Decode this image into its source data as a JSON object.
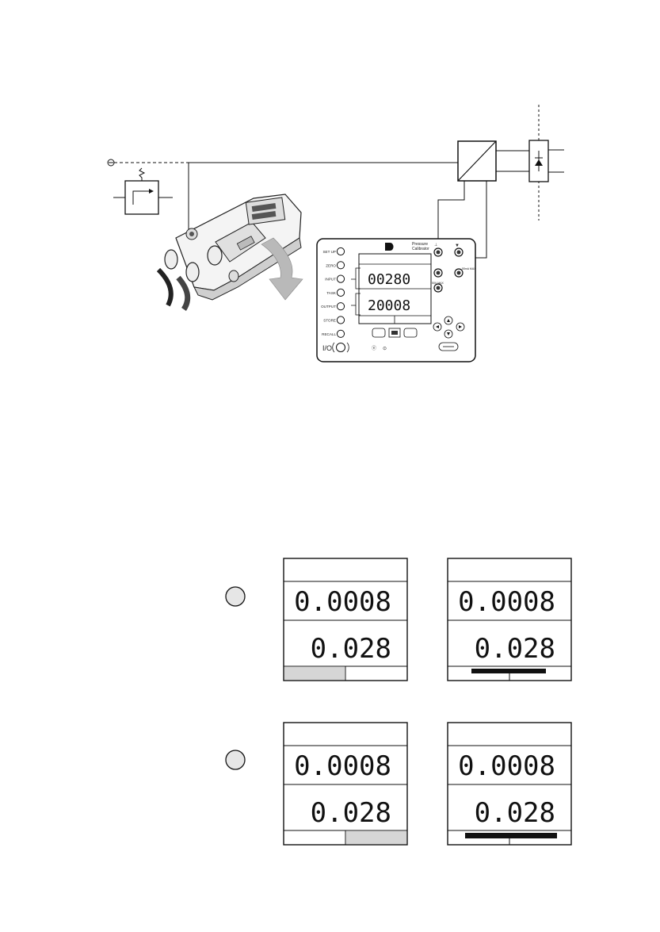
{
  "panel": {
    "brand": "Druck",
    "title_line1": "Pressure",
    "title_line2": "Calibrator",
    "buttons": [
      "SET UP",
      "ZERO",
      "INPUT",
      "TASK",
      "OUTPUT",
      "STORE",
      "RECALL"
    ],
    "io_label": "I/O",
    "display_top": "00280",
    "display_bottom": "20008",
    "terminal_label": "50V MAX",
    "range_label": "55mA MAX"
  },
  "screens": [
    {
      "top": "0.0008",
      "bottom": "0.028",
      "bar_highlight": "left"
    },
    {
      "top": "0.0008",
      "bottom": "0.028",
      "bar_highlight": "black-partial"
    },
    {
      "top": "0.0008",
      "bottom": "0.028",
      "bar_highlight": "right"
    },
    {
      "top": "0.0008",
      "bottom": "0.028",
      "bar_highlight": "black-full"
    }
  ],
  "colors": {
    "line": "#111111",
    "gray_fill": "#d6d6d6",
    "button_fill": "#e6e6e6",
    "arrow_fill": "#b9b9b9"
  }
}
